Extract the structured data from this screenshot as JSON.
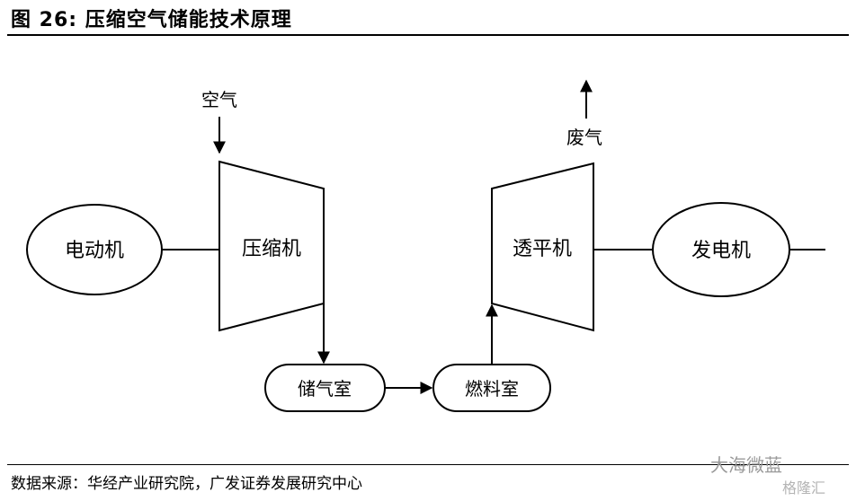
{
  "figure": {
    "title": "图 26: 压缩空气储能技术原理",
    "source": "数据来源：华经产业研究院，广发证券发展研究中心",
    "watermark": "大海微蓝",
    "watermark_sub": "格隆汇"
  },
  "diagram": {
    "nodes": {
      "motor": "电动机",
      "compressor": "压缩机",
      "storage": "储气室",
      "combustor": "燃料室",
      "turbine": "透平机",
      "generator": "发电机"
    },
    "labels": {
      "air_in": "空气",
      "exhaust": "废气"
    }
  }
}
